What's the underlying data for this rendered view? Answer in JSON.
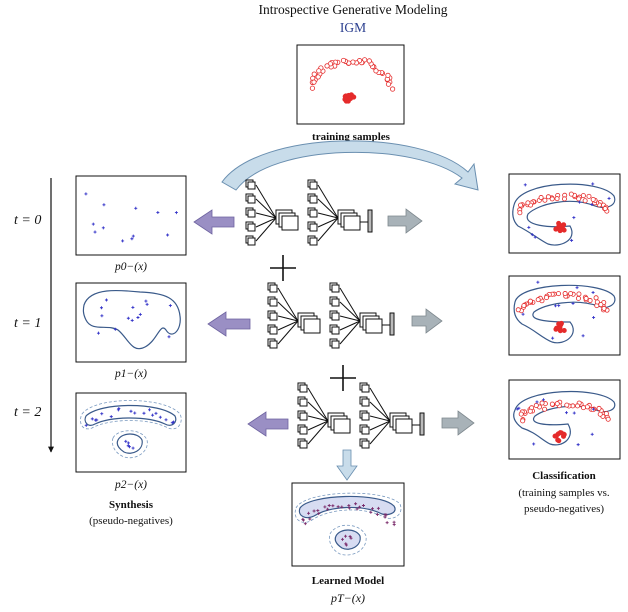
{
  "header": {
    "title": "Introspective Generative Modeling",
    "subtitle": "IGM"
  },
  "training": {
    "caption": "training samples"
  },
  "timeline": {
    "labels": [
      "t = 0",
      "t = 1",
      "t = 2"
    ]
  },
  "synthesis": {
    "panel_labels": [
      "p0−(x)",
      "p1−(x)",
      "p2−(x)"
    ],
    "caption_title": "Synthesis",
    "caption_sub": "(pseudo-negatives)"
  },
  "classification": {
    "caption_title": "Classification",
    "caption_line1": "(training samples vs.",
    "caption_line2": "pseudo-negatives)"
  },
  "learned": {
    "caption_title": "Learned Model",
    "panel_label": "pT−(x)"
  },
  "colors": {
    "accent": "#2b3f8f",
    "positive": "#e52b2b",
    "negative": "#3232c8",
    "contour": "#3a5a8a",
    "arrow_purple": "#9a8fc4",
    "arrow_gray": "#a8b2b8",
    "arrow_light_blue": "#c8dcea"
  },
  "icons": [
    "cnn-block-icon",
    "plus-icon",
    "arrow-left-icon",
    "arrow-right-icon",
    "arrow-down-icon",
    "curved-arrow-icon"
  ]
}
